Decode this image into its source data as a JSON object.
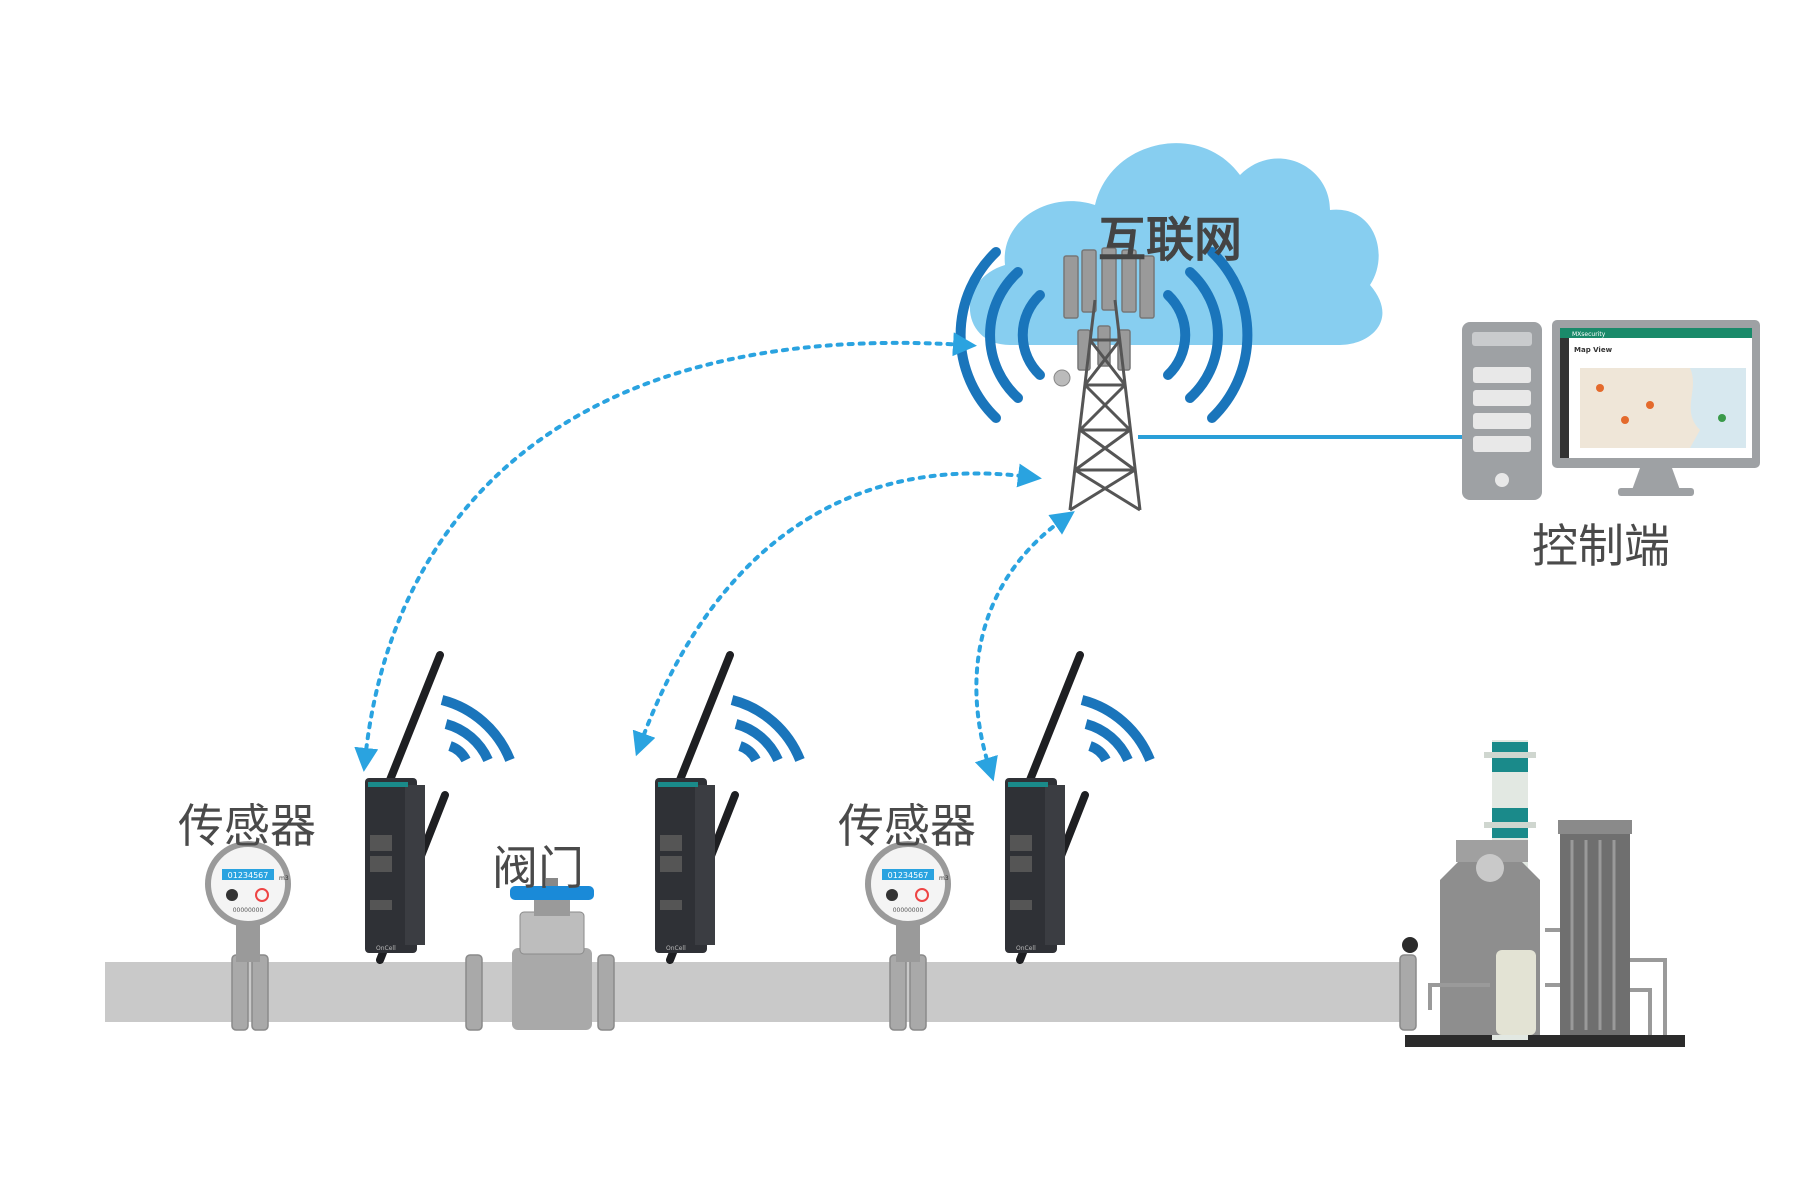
{
  "labels": {
    "cloud": "互联网",
    "control": "控制端",
    "sensor_left": "传感器",
    "sensor_right": "传感器",
    "valve": "阀门"
  },
  "monitor": {
    "app_title": "MXsecurity",
    "view_title": "Map View"
  },
  "meter": {
    "digits": "01234567",
    "unit": "m3",
    "serial": "00000000"
  },
  "device": {
    "model": "OnCell"
  },
  "colors": {
    "cloud": "#87cef0",
    "signal": "#1a75bb",
    "dots": "#2aa3e0",
    "link": "#2a9fd8",
    "pipe": "#c9c9c9",
    "device": "#2f3136",
    "accent": "#1a8a8a"
  }
}
